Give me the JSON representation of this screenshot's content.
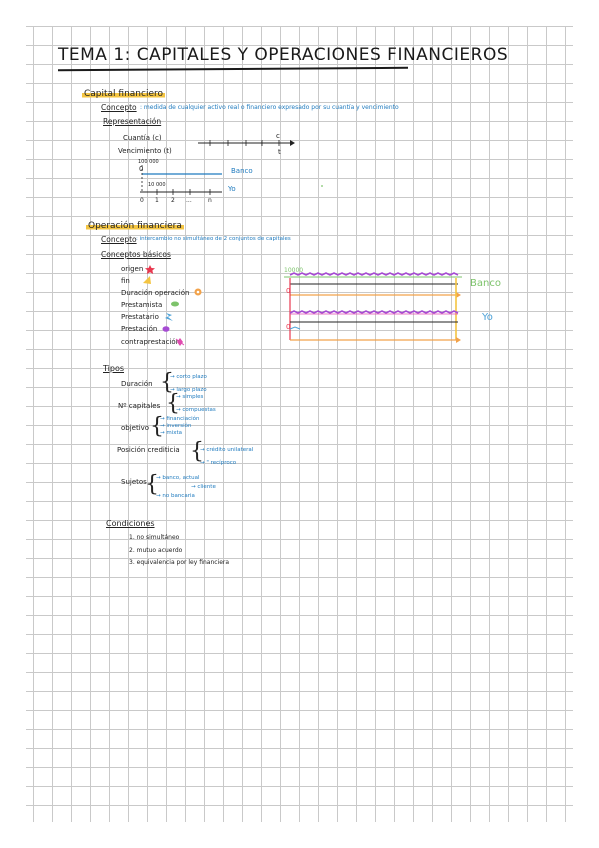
{
  "title": "TEMA 1: CAPITALES Y OPERACIONES FINANCIEROS",
  "colors": {
    "yellow_highlight": "#f4c542",
    "blue_ink": "#1f7bbf",
    "green": "#7dc36b",
    "purple": "#a64bd3",
    "red": "#e8384f",
    "orange": "#f2a24a",
    "pink": "#e04bb0"
  },
  "capital": {
    "heading": "Capital financiero",
    "concept_label": "Concepto",
    "concept_text": ": medida de cualquier activo real o financiero expresado por su cuantía y vencimiento",
    "representation_label": "Representación",
    "cuantia": "Cuantía (c)",
    "vencimiento": "Vencimiento (t)",
    "c_mark": "c",
    "t_mark": "t",
    "amount_100000": "100 000",
    "banco": "Banco",
    "amount_10000": "10 000",
    "yo": "Yo",
    "axis_labels": [
      "0",
      "1",
      "2",
      "...",
      "n"
    ],
    "zero": "0"
  },
  "operacion": {
    "heading": "Operación financiera",
    "concept_label": "Concepto",
    "concept_text": ": intercambio no simultáneo de 2 conjuntos de capitales",
    "basic_label": "Conceptos básicos",
    "basics": [
      {
        "label": "origen",
        "icon": "star-icon"
      },
      {
        "label": "fin",
        "icon": "triangle-icon"
      },
      {
        "label": "Duración operación",
        "icon": "sun-icon"
      },
      {
        "label": "Prestamista",
        "icon": "leaf-icon"
      },
      {
        "label": "Prestatario",
        "icon": "bolt-icon"
      },
      {
        "label": "Prestación",
        "icon": "cloud-icon"
      },
      {
        "label": "contraprestación",
        "icon": "pinwheel-icon"
      }
    ],
    "diagram": {
      "amount": "10000",
      "zero_a": "0",
      "zero_b": "0",
      "banco": "Banco",
      "yo": "Yo"
    }
  },
  "tipos": {
    "heading": "Tipos",
    "groups": [
      {
        "label": "Duración",
        "items": [
          "→ corto plazo",
          "→ largo plazo"
        ]
      },
      {
        "label": "Nº capitales",
        "items": [
          "→ simples",
          "→ compuestas"
        ]
      },
      {
        "label": "objetivo",
        "items": [
          "→ financiación",
          "→ inversión",
          "→ mixta"
        ]
      },
      {
        "label": "Posición crediticia",
        "items": [
          "→ crédito unilateral",
          "→ \" recíproco"
        ]
      },
      {
        "label": "Sujetos",
        "items": [
          "→ banco, actual",
          "→ cliente",
          "→ no bancaria"
        ]
      }
    ]
  },
  "condiciones": {
    "heading": "Condiciones",
    "items": [
      "1. no simultáneo",
      "2. mutuo acuerdo",
      "3. equivalencia por ley financiera"
    ]
  }
}
